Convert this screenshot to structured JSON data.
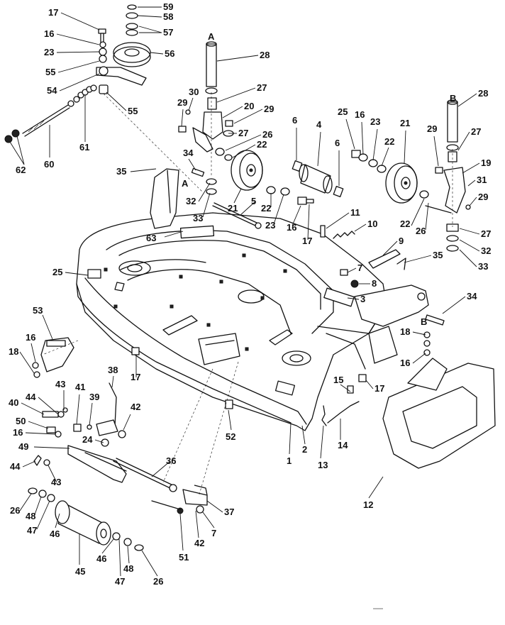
{
  "labels": [
    {
      "id": "l17a",
      "text": "17"
    },
    {
      "id": "l16a",
      "text": "16"
    },
    {
      "id": "l23a",
      "text": "23"
    },
    {
      "id": "l55a",
      "text": "55"
    },
    {
      "id": "l54",
      "text": "54"
    },
    {
      "id": "l59",
      "text": "59"
    },
    {
      "id": "l58",
      "text": "58"
    },
    {
      "id": "l57",
      "text": "57"
    },
    {
      "id": "l56",
      "text": "56"
    },
    {
      "id": "l55b",
      "text": "55"
    },
    {
      "id": "l62",
      "text": "62"
    },
    {
      "id": "l60",
      "text": "60"
    },
    {
      "id": "l61",
      "text": "61"
    },
    {
      "id": "l28a",
      "text": "28"
    },
    {
      "id": "lA1",
      "text": "A"
    },
    {
      "id": "l27a",
      "text": "27"
    },
    {
      "id": "l30",
      "text": "30"
    },
    {
      "id": "l29a",
      "text": "29"
    },
    {
      "id": "l20",
      "text": "20"
    },
    {
      "id": "l29b",
      "text": "29"
    },
    {
      "id": "l27b",
      "text": "27"
    },
    {
      "id": "l26a",
      "text": "26"
    },
    {
      "id": "l22a",
      "text": "22"
    },
    {
      "id": "l34a",
      "text": "34"
    },
    {
      "id": "l35a",
      "text": "35"
    },
    {
      "id": "lA2",
      "text": "A"
    },
    {
      "id": "l32a",
      "text": "32"
    },
    {
      "id": "l33a",
      "text": "33"
    },
    {
      "id": "l21a",
      "text": "21"
    },
    {
      "id": "l5",
      "text": "5"
    },
    {
      "id": "l22b",
      "text": "22"
    },
    {
      "id": "l23b",
      "text": "23"
    },
    {
      "id": "l16b",
      "text": "16"
    },
    {
      "id": "l17b",
      "text": "17"
    },
    {
      "id": "l6a",
      "text": "6"
    },
    {
      "id": "l4",
      "text": "4"
    },
    {
      "id": "l6b",
      "text": "6"
    },
    {
      "id": "l25a",
      "text": "25"
    },
    {
      "id": "l16c",
      "text": "16"
    },
    {
      "id": "l23c",
      "text": "23"
    },
    {
      "id": "l22c",
      "text": "22"
    },
    {
      "id": "l21b",
      "text": "21"
    },
    {
      "id": "l29c",
      "text": "29"
    },
    {
      "id": "l28b",
      "text": "28"
    },
    {
      "id": "lB1",
      "text": "B"
    },
    {
      "id": "l27c",
      "text": "27"
    },
    {
      "id": "l19",
      "text": "19"
    },
    {
      "id": "l31",
      "text": "31"
    },
    {
      "id": "l29d",
      "text": "29"
    },
    {
      "id": "l22d",
      "text": "22"
    },
    {
      "id": "l26b",
      "text": "26"
    },
    {
      "id": "l27d",
      "text": "27"
    },
    {
      "id": "l32b",
      "text": "32"
    },
    {
      "id": "l33b",
      "text": "33"
    },
    {
      "id": "l11",
      "text": "11"
    },
    {
      "id": "l10",
      "text": "10"
    },
    {
      "id": "l63",
      "text": "63"
    },
    {
      "id": "l9",
      "text": "9"
    },
    {
      "id": "l35b",
      "text": "35"
    },
    {
      "id": "l7a",
      "text": "7"
    },
    {
      "id": "l8",
      "text": "8"
    },
    {
      "id": "l3",
      "text": "3"
    },
    {
      "id": "l34b",
      "text": "34"
    },
    {
      "id": "lB2",
      "text": "B"
    },
    {
      "id": "l25b",
      "text": "25"
    },
    {
      "id": "l53",
      "text": "53"
    },
    {
      "id": "l16d",
      "text": "16"
    },
    {
      "id": "l18a",
      "text": "18"
    },
    {
      "id": "l17c",
      "text": "17"
    },
    {
      "id": "l18b",
      "text": "18"
    },
    {
      "id": "l16e",
      "text": "16"
    },
    {
      "id": "l38",
      "text": "38"
    },
    {
      "id": "l43a",
      "text": "43"
    },
    {
      "id": "l41",
      "text": "41"
    },
    {
      "id": "l39",
      "text": "39"
    },
    {
      "id": "l44a",
      "text": "44"
    },
    {
      "id": "l40",
      "text": "40"
    },
    {
      "id": "l42a",
      "text": "42"
    },
    {
      "id": "l50",
      "text": "50"
    },
    {
      "id": "l16f",
      "text": "16"
    },
    {
      "id": "l24",
      "text": "24"
    },
    {
      "id": "l49",
      "text": "49"
    },
    {
      "id": "l15",
      "text": "15"
    },
    {
      "id": "l17d",
      "text": "17"
    },
    {
      "id": "l52",
      "text": "52"
    },
    {
      "id": "l1",
      "text": "1"
    },
    {
      "id": "l2",
      "text": "2"
    },
    {
      "id": "l13",
      "text": "13"
    },
    {
      "id": "l14",
      "text": "14"
    },
    {
      "id": "l36",
      "text": "36"
    },
    {
      "id": "l44b",
      "text": "44"
    },
    {
      "id": "l43b",
      "text": "43"
    },
    {
      "id": "l12",
      "text": "12"
    },
    {
      "id": "l26c",
      "text": "26"
    },
    {
      "id": "l48a",
      "text": "48"
    },
    {
      "id": "l47a",
      "text": "47"
    },
    {
      "id": "l46a",
      "text": "46"
    },
    {
      "id": "l37",
      "text": "37"
    },
    {
      "id": "l7b",
      "text": "7"
    },
    {
      "id": "l42b",
      "text": "42"
    },
    {
      "id": "l51",
      "text": "51"
    },
    {
      "id": "l45",
      "text": "45"
    },
    {
      "id": "l46b",
      "text": "46"
    },
    {
      "id": "l48b",
      "text": "48"
    },
    {
      "id": "l47b",
      "text": "47"
    },
    {
      "id": "l26d",
      "text": "26"
    }
  ]
}
